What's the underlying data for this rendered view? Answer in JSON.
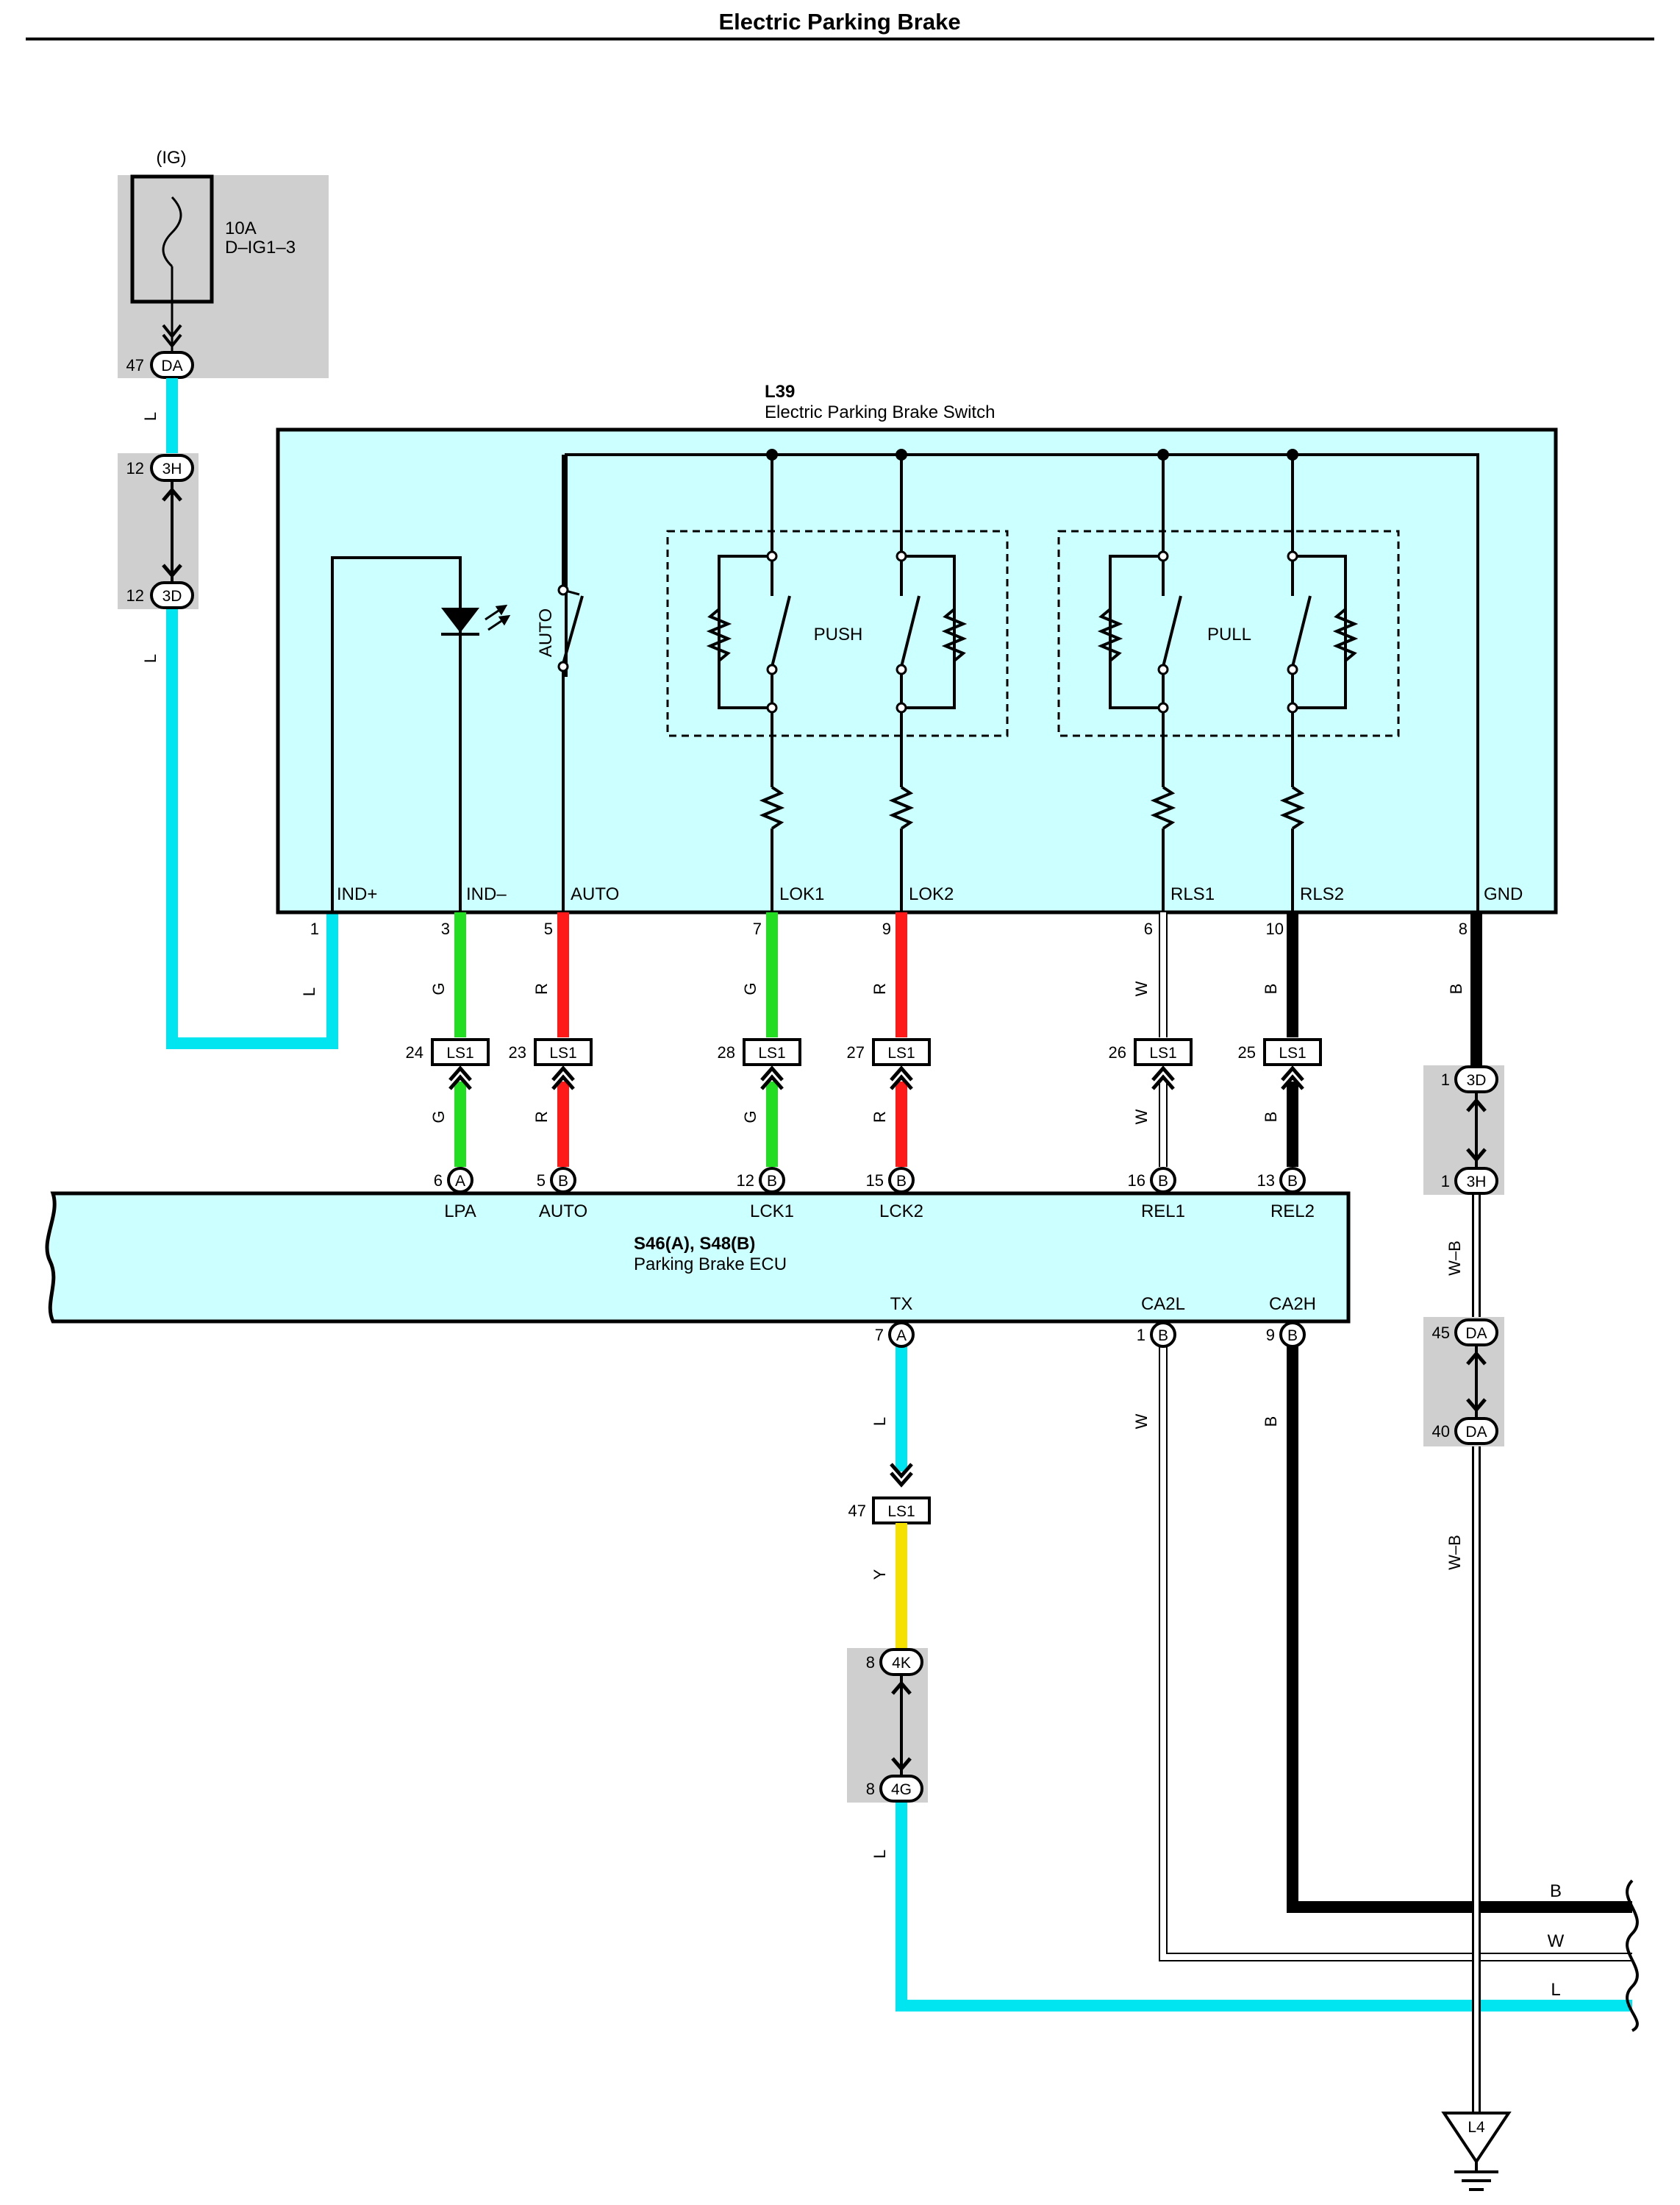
{
  "page": {
    "title": "Electric Parking Brake"
  },
  "power": {
    "ig_label": "(IG)",
    "fuse_rating": "10A",
    "fuse_name": "D–IG1–3",
    "connector": {
      "pin": "47",
      "name": "DA"
    }
  },
  "junction_top": {
    "upper": {
      "pin": "12",
      "name": "3H"
    },
    "lower": {
      "pin": "12",
      "name": "3D"
    }
  },
  "switch": {
    "code": "L39",
    "name": "Electric Parking Brake Switch",
    "auto_label": "AUTO",
    "push_label": "PUSH",
    "pull_label": "PULL",
    "terminals": [
      "IND+",
      "IND–",
      "AUTO",
      "LOK1",
      "LOK2",
      "RLS1",
      "RLS2",
      "GND"
    ],
    "pins": [
      "1",
      "3",
      "5",
      "7",
      "9",
      "6",
      "10",
      "8"
    ]
  },
  "wire_colors": {
    "L": "#00e5f0",
    "G": "#22dd22",
    "R": "#ff1a1a",
    "W": "#ffffff",
    "B": "#000000",
    "Y": "#f5e100"
  },
  "wires_upper": [
    "L",
    "L",
    "L",
    "G",
    "R",
    "G",
    "R",
    "W",
    "B",
    "B",
    "W–B",
    "W–B"
  ],
  "ls1_connectors": {
    "name": "LS1",
    "pins": [
      "24",
      "23",
      "28",
      "27",
      "26",
      "25",
      "47"
    ]
  },
  "wires_lower": [
    "G",
    "R",
    "G",
    "R",
    "W",
    "B"
  ],
  "ecu": {
    "code": "S46(A), S48(B)",
    "name": "Parking Brake ECU",
    "top_terminals": [
      "LPA",
      "AUTO",
      "LCK1",
      "LCK2",
      "REL1",
      "REL2"
    ],
    "top_pins": [
      "6",
      "5",
      "12",
      "15",
      "16",
      "13"
    ],
    "top_letters": [
      "A",
      "B",
      "B",
      "B",
      "B",
      "B"
    ],
    "bottom_terminals": [
      "TX",
      "CA2L",
      "CA2H"
    ],
    "bottom_pins": [
      "7",
      "1",
      "9"
    ],
    "bottom_letters": [
      "A",
      "B",
      "B"
    ]
  },
  "bottom_wires": [
    "L",
    "W",
    "B",
    "Y",
    "L"
  ],
  "junction_4k": {
    "upper": {
      "pin": "8",
      "name": "4K"
    },
    "lower": {
      "pin": "8",
      "name": "4G"
    }
  },
  "junction_gnd1": {
    "upper": {
      "pin": "1",
      "name": "3D"
    },
    "lower": {
      "pin": "1",
      "name": "3H"
    }
  },
  "junction_gnd2": {
    "upper": {
      "pin": "45",
      "name": "DA"
    },
    "lower": {
      "pin": "40",
      "name": "DA"
    }
  },
  "bus_labels": [
    "B",
    "W",
    "L"
  ],
  "ground": "L4"
}
